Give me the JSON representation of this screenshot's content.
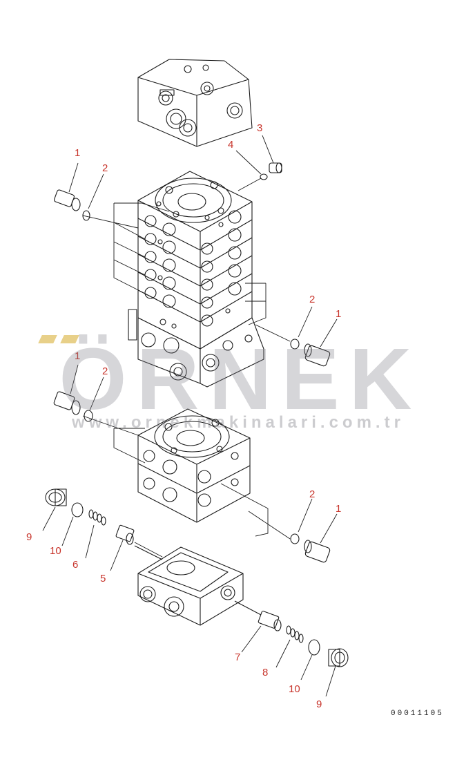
{
  "diagram": {
    "callouts": [
      {
        "id": "c1a",
        "text": "1"
      },
      {
        "id": "c2a",
        "text": "2"
      },
      {
        "id": "c3",
        "text": "3"
      },
      {
        "id": "c4",
        "text": "4"
      },
      {
        "id": "c2b",
        "text": "2"
      },
      {
        "id": "c1b",
        "text": "1"
      },
      {
        "id": "c1c",
        "text": "1"
      },
      {
        "id": "c2c",
        "text": "2"
      },
      {
        "id": "c2d",
        "text": "2"
      },
      {
        "id": "c1d",
        "text": "1"
      },
      {
        "id": "c9a",
        "text": "9"
      },
      {
        "id": "c10a",
        "text": "10"
      },
      {
        "id": "c6",
        "text": "6"
      },
      {
        "id": "c5",
        "text": "5"
      },
      {
        "id": "c7",
        "text": "7"
      },
      {
        "id": "c8",
        "text": "8"
      },
      {
        "id": "c10b",
        "text": "10"
      },
      {
        "id": "c9b",
        "text": "9"
      }
    ],
    "drawing_number": "00011105"
  },
  "watermark": {
    "brand": "ÖRNEK",
    "url": "www.ornekmakinalari.com.tr"
  },
  "colors": {
    "line": "#1a1a1a",
    "callout": "#c8352c",
    "watermark_gray": "#8a8a90",
    "watermark_gold": "#d6aa28"
  }
}
